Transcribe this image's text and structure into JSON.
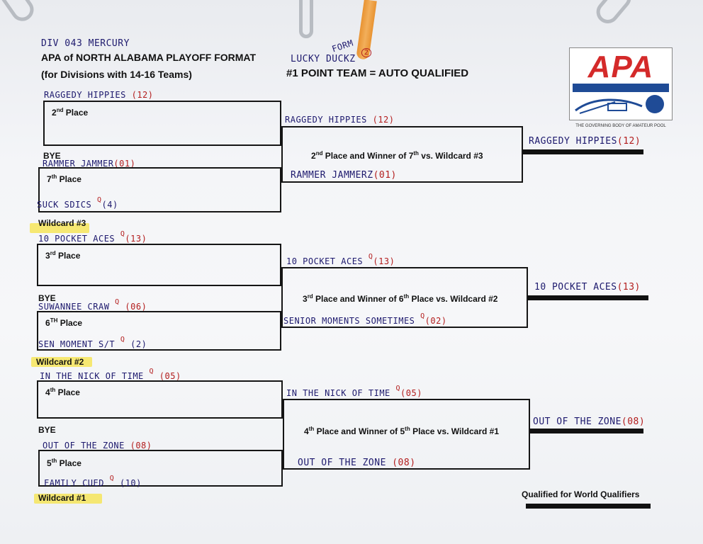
{
  "handwriting": {
    "division": "DIV 043 MERCURY",
    "form_note": "FORM",
    "lucky_team": "LUCKY DUCKZ",
    "lucky_score": "2"
  },
  "header": {
    "title": "APA of NORTH ALABAMA PLAYOFF FORMAT",
    "subtitle": "(for Divisions with 14-16 Teams)",
    "auto_note": "#1 POINT TEAM = AUTO QUALIFIED"
  },
  "logo": {
    "letters": "APA",
    "tagline": "THE GOVERNING BODY OF AMATEUR POOL",
    "colors": {
      "red": "#d42a2a",
      "blue": "#1f4b96"
    }
  },
  "labels": {
    "bye": "BYE",
    "wildcard3": "Wildcard #3",
    "wildcard2": "Wildcard #2",
    "wildcard1": "Wildcard #1",
    "qualified": "Qualified for World Qualifiers"
  },
  "brackets": [
    {
      "top_team": "RAGGEDY HIPPIES",
      "top_score": "(12)",
      "top_place_a": "2",
      "top_place_b": "nd",
      "top_place_c": " Place",
      "bottom_team": "RAMMER JAMMER",
      "bottom_score": "(01)",
      "bottom_place_a": "7",
      "bottom_place_b": "th",
      "bottom_place_c": " Place",
      "wild_team": "SUCK SDICS",
      "wild_q": "Q",
      "wild_score": "(4)",
      "match_a": "2",
      "match_b": "nd",
      "match_c": " Place and Winner of 7",
      "match_d": "th",
      "match_e": " vs. Wildcard #3",
      "slot_top_team": "RAGGEDY HIPPIES",
      "slot_top_score": "(12)",
      "slot_bottom_team": "RAMMER JAMMERZ",
      "slot_bottom_score": "(01)",
      "winner_team": "RAGGEDY HIPPIES",
      "winner_score": "(12)"
    },
    {
      "top_team": "10 POCKET ACES",
      "top_q": "Q",
      "top_score": "(13)",
      "top_place_a": "3",
      "top_place_b": "rd",
      "top_place_c": " Place",
      "bottom_team": "SUWANNEE CRAW",
      "bottom_q": "Q",
      "bottom_score": "(06)",
      "bottom_place_a": "6",
      "bottom_place_b": "TH",
      "bottom_place_c": " Place",
      "wild_team": "SEN MOMENT S/T",
      "wild_q": "Q",
      "wild_score": "(2)",
      "match_a": "3",
      "match_b": "rd",
      "match_c": " Place and Winner of 6",
      "match_d": "th",
      "match_e": " Place vs. Wildcard #2",
      "slot_top_team": "10 POCKET ACES",
      "slot_top_q": "Q",
      "slot_top_score": "(13)",
      "slot_bottom_team": "SENIOR MOMENTS SOMETIMES",
      "slot_bottom_q": "Q",
      "slot_bottom_score": "(02)",
      "winner_team": "10 POCKET ACES",
      "winner_score": "(13)"
    },
    {
      "top_team": "IN THE NICK OF TIME",
      "top_q": "Q",
      "top_score": "(05)",
      "top_place_a": "4",
      "top_place_b": "th",
      "top_place_c": " Place",
      "bottom_team": "OUT OF THE ZONE",
      "bottom_score": "(08)",
      "bottom_place_a": "5",
      "bottom_place_b": "th",
      "bottom_place_c": " Place",
      "wild_team": "FAMILY CUED",
      "wild_q": "Q",
      "wild_score": "(10)",
      "match_a": "4",
      "match_b": "th",
      "match_c": " Place and Winner of 5",
      "match_d": "th",
      "match_e": " Place vs. Wildcard #1",
      "slot_top_team": "IN THE NICK OF TIME",
      "slot_top_q": "Q",
      "slot_top_score": "(05)",
      "slot_bottom_team": "OUT OF THE ZONE",
      "slot_bottom_score": "(08)",
      "winner_team": "OUT OF THE ZONE",
      "winner_score": "(08)"
    }
  ]
}
